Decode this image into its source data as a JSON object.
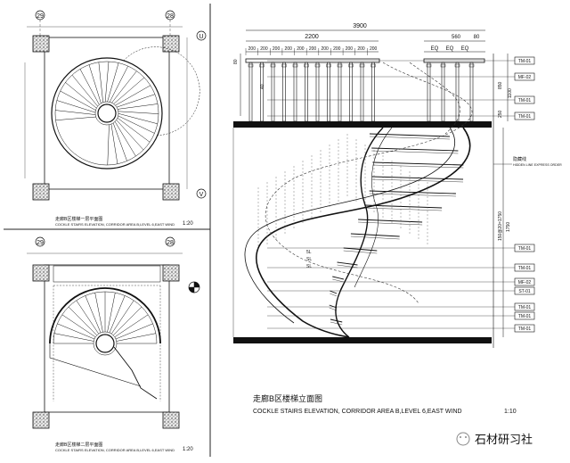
{
  "sheet": {
    "top_plan": {
      "grid_top_left": "29",
      "grid_top_right": "28",
      "grid_right_top": "U",
      "grid_right_bottom": "V",
      "caption_cn": "走廊B区楼梯一层平面图",
      "caption_en": "COCKLE STAIRS ELEVATION, CORRIDOR AREA B,LEVEL 6,EAST WIND",
      "scale": "1:20"
    },
    "bottom_plan": {
      "grid_top_left": "29",
      "grid_top_right": "28",
      "caption_cn": "走廊B区楼梯二层平面图",
      "caption_en": "COCKLE STAIRS ELEVATION, CORRIDOR AREA B,LEVEL 6,EAST WIND",
      "scale": "1:20"
    },
    "elevation": {
      "dim_total": "3900",
      "dim_span": "2200",
      "dim_balusters": [
        "200",
        "200",
        "200",
        "200",
        "200",
        "200",
        "200",
        "200",
        "200",
        "200",
        "200"
      ],
      "dim_right": [
        "560",
        "80"
      ],
      "dim_eq": [
        "EQ",
        "EQ",
        "EQ"
      ],
      "dim_side_left": [
        "80",
        "40"
      ],
      "dim_side_right": [
        "850",
        "1100",
        "250",
        "1750",
        "150@20=1750"
      ],
      "tags": [
        "TM-01",
        "MF-02",
        "TM-01",
        "TM-01",
        "TM-01",
        "TM-01",
        "MF-02",
        "ST-01",
        "TM-01",
        "TM-01",
        "TM-01"
      ],
      "note_cn": "隐藏线",
      "note_en": "HIDDEN LINE EXPRESS ORDER",
      "stair_labels": [
        "5L",
        "SL",
        "SL"
      ],
      "caption_cn": "走廊B区楼梯立面图",
      "caption_en": "COCKLE STAIRS ELEVATION, CORRIDOR AREA B,LEVEL 6,EAST WIND",
      "scale": "1:10"
    },
    "watermark": "石材研习社"
  }
}
